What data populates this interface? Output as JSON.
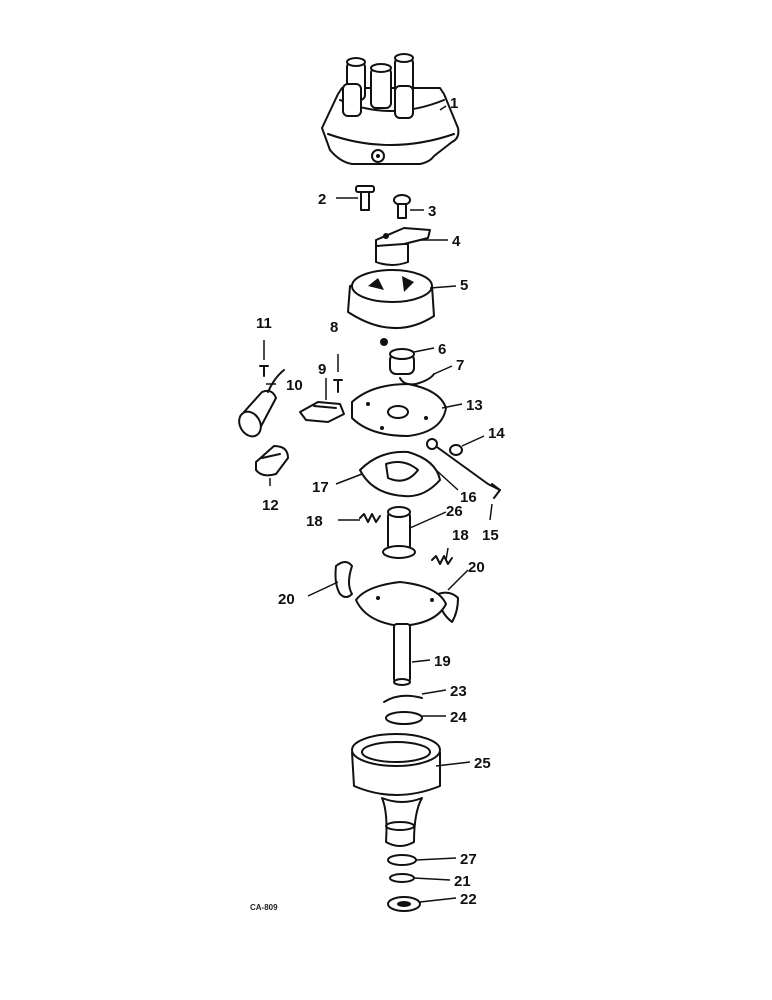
{
  "figure_code": "CA-809",
  "callouts": [
    "1",
    "2",
    "3",
    "4",
    "5",
    "6",
    "7",
    "8",
    "9",
    "10",
    "11",
    "12",
    "13",
    "14",
    "15",
    "16",
    "17",
    "18",
    "18",
    "26",
    "19",
    "20",
    "20",
    "23",
    "24",
    "25",
    "27",
    "21",
    "22"
  ]
}
